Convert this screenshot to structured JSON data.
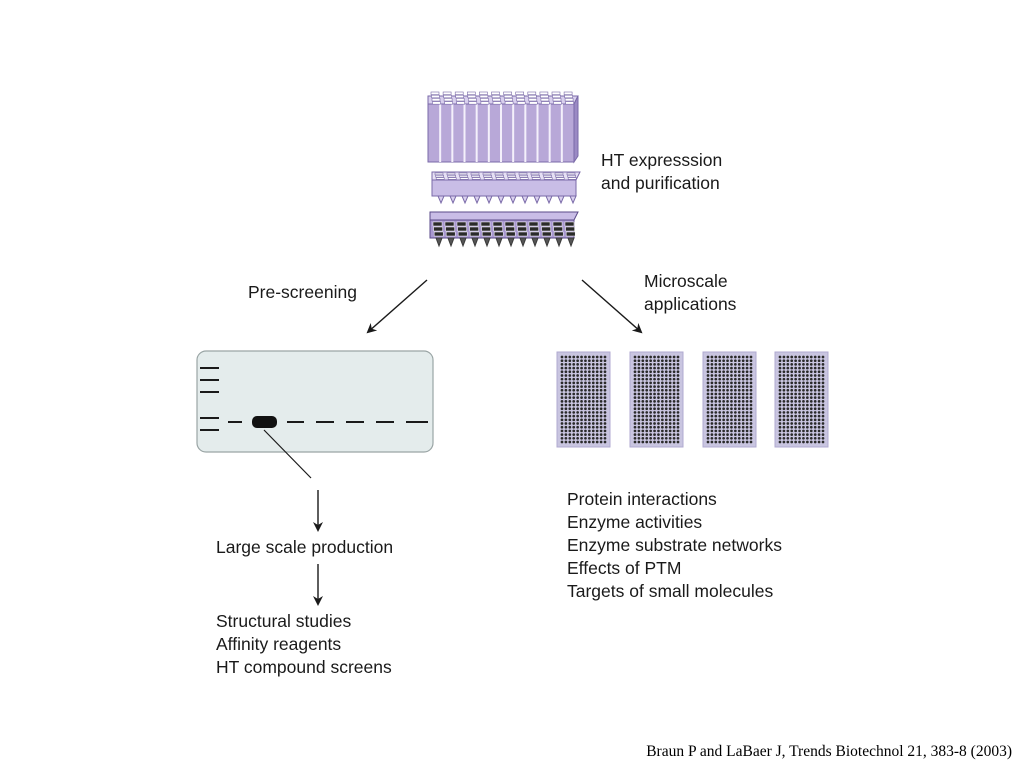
{
  "top_label": [
    "HT expresssion",
    "and purification"
  ],
  "left_branch_label": "Pre-screening",
  "right_branch_label": [
    "Microscale",
    "applications"
  ],
  "large_scale_label": "Large scale production",
  "left_outcomes": [
    "Structural studies",
    "Affinity reagents",
    "HT compound screens"
  ],
  "right_outcomes": [
    "Protein interactions",
    "Enzyme activities",
    "Enzyme substrate networks",
    "Effects of PTM",
    "Targets of small molecules"
  ],
  "citation": "Braun P and LaBaer J, Trends Biotechnol 21, 383-8 (2003)",
  "colors": {
    "plate": "#b8a8d8",
    "plate_dark": "#8f7fb8",
    "plate_side": "#9b8ac4",
    "gel_fill": "#e4ecec",
    "array_fill": "#c9c5e0",
    "ink": "#1a1a1a"
  }
}
